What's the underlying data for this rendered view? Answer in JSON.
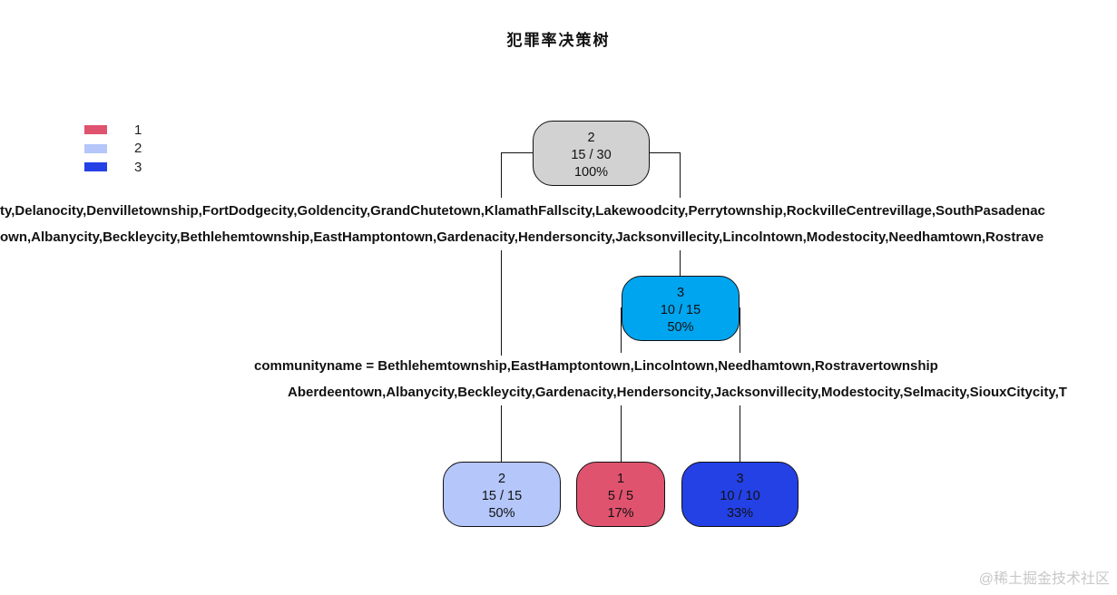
{
  "title": "犯罪率决策树",
  "legend": [
    {
      "label": "1",
      "color": "#E0536E"
    },
    {
      "label": "2",
      "color": "#B4C6FA"
    },
    {
      "label": "3",
      "color": "#2441E6"
    }
  ],
  "nodes": {
    "root": {
      "class": "2",
      "count": "15 / 30",
      "pct": "100%",
      "color": "#D2D2D2"
    },
    "inner": {
      "class": "3",
      "count": "10 / 15",
      "pct": "50%",
      "color": "#00A5F0"
    },
    "leaf_a": {
      "class": "2",
      "count": "15 / 15",
      "pct": "50%",
      "color": "#B4C6FA"
    },
    "leaf_b": {
      "class": "1",
      "count": "5 / 5",
      "pct": "17%",
      "color": "#E0536E"
    },
    "leaf_c": {
      "class": "3",
      "count": "10 / 10",
      "pct": "33%",
      "color": "#2441E6"
    }
  },
  "splits": {
    "root_line1": "ty,Delanocity,Denvilletownship,FortDodgecity,Goldencity,GrandChutetown,KlamathFallscity,Lakewoodcity,Perrytownship,RockvilleCentrevillage,SouthPasadenac",
    "root_line2": "own,Albanycity,Beckleycity,Bethlehemtownship,EastHamptontown,Gardenacity,Hendersoncity,Jacksonvillecity,Lincolntown,Modestocity,Needhamtown,Rostrave",
    "inner_line1": "communityname = Bethlehemtownship,EastHamptontown,Lincolntown,Needhamtown,Rostravertownship",
    "inner_line2": "Aberdeentown,Albanycity,Beckleycity,Gardenacity,Hendersoncity,Jacksonvillecity,Modestocity,Selmacity,SiouxCitycity,T"
  },
  "watermark": "@稀土掘金技术社区"
}
